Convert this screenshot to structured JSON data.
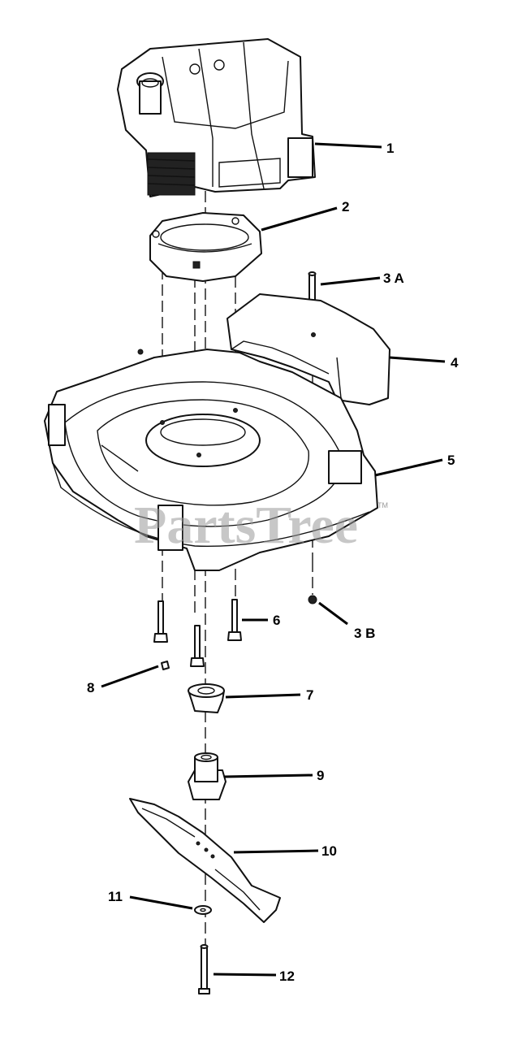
{
  "watermark": {
    "text": "PartsTree",
    "trademark": "TM"
  },
  "callouts": {
    "p1": "1",
    "p2": "2",
    "p3a": "3 A",
    "p3b": "3 B",
    "p4": "4",
    "p5": "5",
    "p6": "6",
    "p7": "7",
    "p8": "8",
    "p9": "9",
    "p10": "10",
    "p11": "11",
    "p12": "12"
  }
}
